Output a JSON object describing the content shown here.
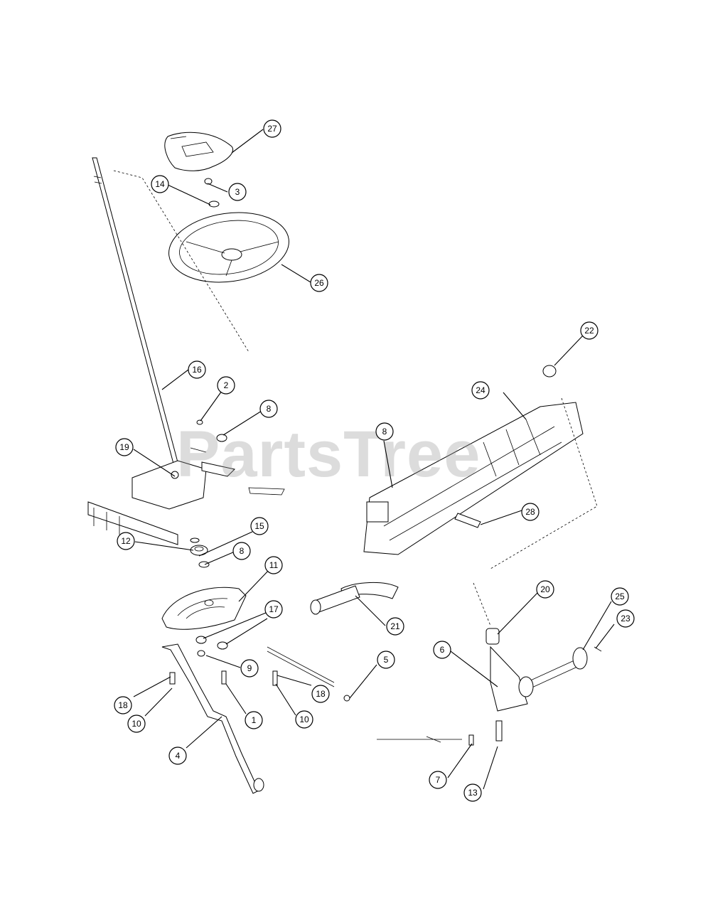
{
  "watermark": "PartsTree",
  "callouts": [
    {
      "id": "c27",
      "label": "27"
    },
    {
      "id": "c3",
      "label": "3"
    },
    {
      "id": "c14",
      "label": "14"
    },
    {
      "id": "c26",
      "label": "26"
    },
    {
      "id": "c16",
      "label": "16"
    },
    {
      "id": "c2",
      "label": "2"
    },
    {
      "id": "c8a",
      "label": "8"
    },
    {
      "id": "c19",
      "label": "19"
    },
    {
      "id": "c15",
      "label": "15"
    },
    {
      "id": "c12",
      "label": "12"
    },
    {
      "id": "c8b",
      "label": "8"
    },
    {
      "id": "c11",
      "label": "11"
    },
    {
      "id": "c17",
      "label": "17"
    },
    {
      "id": "c9",
      "label": "9"
    },
    {
      "id": "c18a",
      "label": "18"
    },
    {
      "id": "c10a",
      "label": "10"
    },
    {
      "id": "c1",
      "label": "1"
    },
    {
      "id": "c10b",
      "label": "10"
    },
    {
      "id": "c18b",
      "label": "18"
    },
    {
      "id": "c4",
      "label": "4"
    },
    {
      "id": "c5",
      "label": "5"
    },
    {
      "id": "c22",
      "label": "22"
    },
    {
      "id": "c24",
      "label": "24"
    },
    {
      "id": "c8c",
      "label": "8"
    },
    {
      "id": "c28",
      "label": "28"
    },
    {
      "id": "c21",
      "label": "21"
    },
    {
      "id": "c20",
      "label": "20"
    },
    {
      "id": "c25",
      "label": "25"
    },
    {
      "id": "c23",
      "label": "23"
    },
    {
      "id": "c6",
      "label": "6"
    },
    {
      "id": "c7",
      "label": "7"
    },
    {
      "id": "c13",
      "label": "13"
    }
  ]
}
